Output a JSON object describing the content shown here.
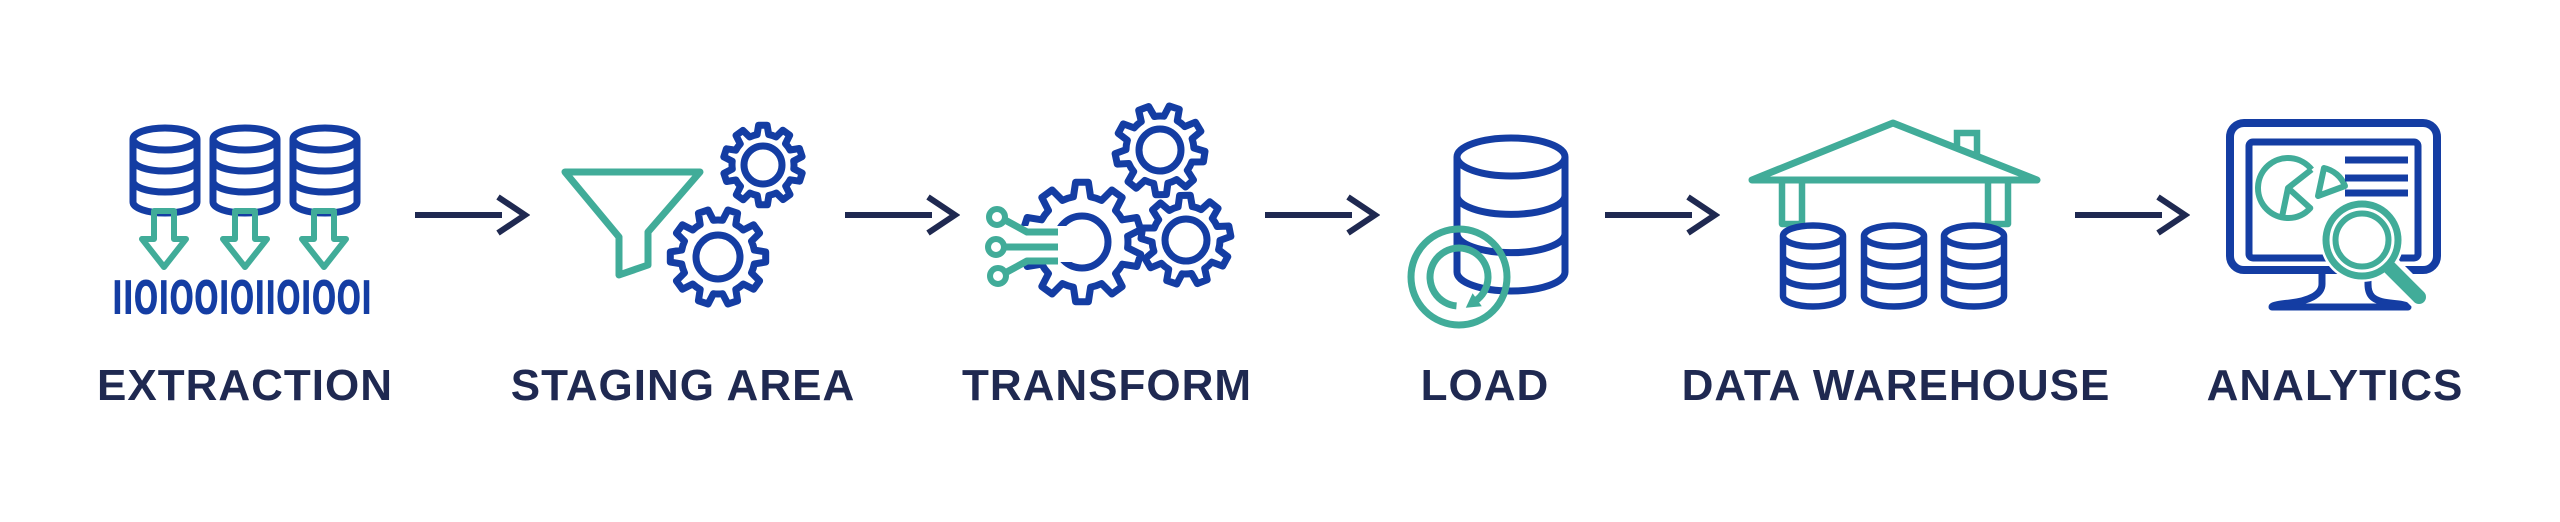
{
  "colors": {
    "icon_blue": "#143DA3",
    "icon_teal": "#41AC99",
    "text_navy": "#1F2951",
    "background": "#FFFFFF"
  },
  "pipeline": {
    "stages": [
      {
        "label": "EXTRACTION",
        "icon": "databases-download-binary-icon",
        "binary_text": "IIOIOOIOIIOIOOI"
      },
      {
        "label": "STAGING AREA",
        "icon": "funnel-gears-icon"
      },
      {
        "label": "TRANSFORM",
        "icon": "circuit-gears-icon"
      },
      {
        "label": "LOAD",
        "icon": "database-refresh-icon"
      },
      {
        "label": "DATA WAREHOUSE",
        "icon": "warehouse-databases-icon"
      },
      {
        "label": "ANALYTICS",
        "icon": "monitor-piechart-magnifier-icon"
      }
    ],
    "connector_icon": "arrow-right-icon",
    "connector_count": 5
  }
}
